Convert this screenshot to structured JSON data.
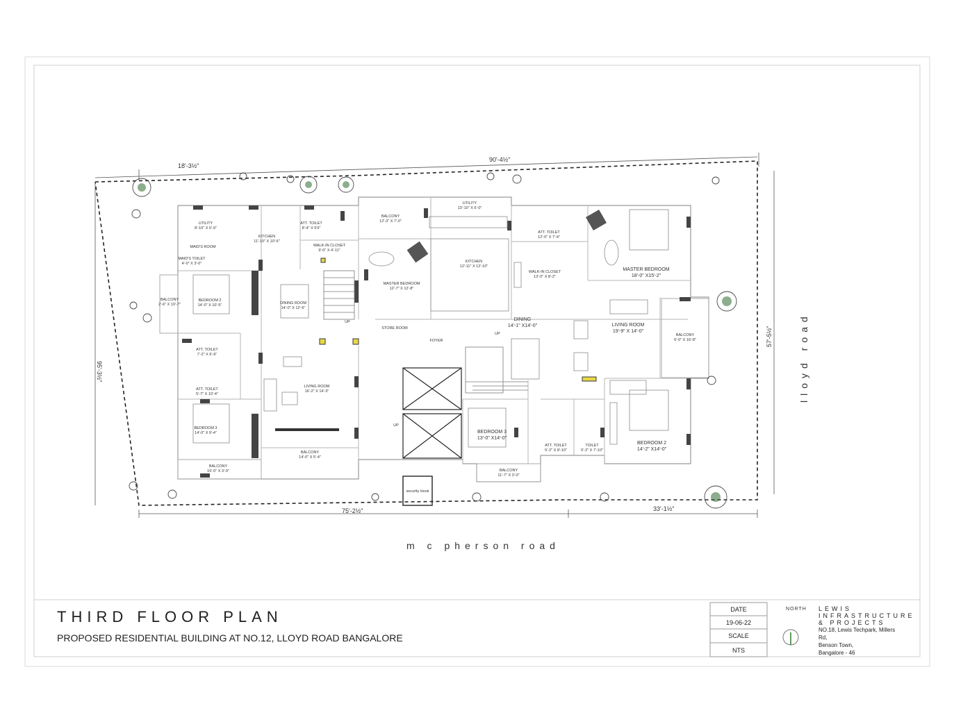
{
  "title_block": {
    "drawing_title": "THIRD FLOOR PLAN",
    "project": "PROPOSED RESIDENTIAL BUILDING AT NO.12, LLOYD ROAD BANGALORE",
    "date_label": "DATE",
    "date_value": "19-06-22",
    "scale_label": "SCALE",
    "scale_value": "NTS",
    "north_label": "NORTH",
    "company_line1": "LEWIS",
    "company_line2": "INFRASTRUCTURE",
    "company_line3": "& PROJECTS",
    "address": "NO.18, Lewis Techpark, Millers\nRd,\nBenson Town,\nBangalore - 46"
  },
  "roads": {
    "south": "m c pherson road",
    "east": "lloyd road"
  },
  "dimensions": {
    "top_left": "18'-3½\"",
    "top_total": "90'-4½\"",
    "left": "95'-3½\"",
    "right": "57'-5½\"",
    "bottom_left": "75'-2½\"",
    "bottom_right": "33'-1½\""
  },
  "rooms": [
    {
      "id": "utility-w",
      "name": "UTILITY",
      "size": "8'-10\" X 6'-9\""
    },
    {
      "id": "kitchen-w",
      "name": "KITCHEN",
      "size": "11'-10\" X 10'-6\""
    },
    {
      "id": "att-toilet-nw",
      "name": "ATT. TOILET",
      "size": "8'-4\" X 5'0\""
    },
    {
      "id": "maids-room",
      "name": "MAID'S ROOM",
      "size": ""
    },
    {
      "id": "maids-toilet",
      "name": "MAID'S TOILET",
      "size": "4'-0\" X 3'-0\""
    },
    {
      "id": "walk-in-w",
      "name": "WALK-IN CLOSET",
      "size": "9'-0\" X 4'-11\""
    },
    {
      "id": "balcony-nw",
      "name": "BALCONY",
      "size": "12'-3\" X 7'-0\""
    },
    {
      "id": "utility-e",
      "name": "UTILITY",
      "size": "13'-10\" X 6'-0\""
    },
    {
      "id": "att-toilet-ne",
      "name": "ATT. TOILET",
      "size": "12'-0\" X 7'-4\""
    },
    {
      "id": "balcony-w",
      "name": "BALCONY",
      "size": "2'-6\" X 10'-7\""
    },
    {
      "id": "bedroom-2-w",
      "name": "BEDROOM 2",
      "size": "14'-0\" X 10'-5\""
    },
    {
      "id": "dining-w",
      "name": "DINING ROOM",
      "size": "14'-0\" X 12'-6\""
    },
    {
      "id": "master-bed-w",
      "name": "MASTER BEDROOM",
      "size": "12'-7\" X 12'-8\""
    },
    {
      "id": "kitchen-e",
      "name": "KITCHEN",
      "size": "12'-11\" X 12'-10\""
    },
    {
      "id": "walk-in-e",
      "name": "WALK-IN CLOSET",
      "size": "12'-0\" X 8'-2\""
    },
    {
      "id": "master-bed-e",
      "name": "MASTER BEDROOM",
      "size": "18'-0\" X15'-2\""
    },
    {
      "id": "dining-e",
      "name": "DINING",
      "size": "14'-1\" X14'-0\""
    },
    {
      "id": "store",
      "name": "STORE ROOM",
      "size": ""
    },
    {
      "id": "foyer",
      "name": "FOYER",
      "size": ""
    },
    {
      "id": "living-e",
      "name": "LIVING ROOM",
      "size": "19'-9\" X 14'-0\""
    },
    {
      "id": "balcony-e",
      "name": "BALCONY",
      "size": "6'-0\" X 16'-8\""
    },
    {
      "id": "att-toilet-w",
      "name": "ATT. TOILET",
      "size": "7'-2\" X 6'-9\""
    },
    {
      "id": "att-toilet-w2",
      "name": "ATT. TOILET",
      "size": "5'-7\" X 10'-4\""
    },
    {
      "id": "living-w",
      "name": "LIVING ROOM",
      "size": "16'-2\" X 14'-3\""
    },
    {
      "id": "bedroom-3-w",
      "name": "BEDROOM 3",
      "size": "14'-0\" X 9'-4\""
    },
    {
      "id": "bedroom-3-e",
      "name": "BEDROOM 3",
      "size": "13'-0\" X14'-0\""
    },
    {
      "id": "bedroom-2-e",
      "name": "BEDROOM 2",
      "size": "14'-2\" X14'-0\""
    },
    {
      "id": "att-toilet-se",
      "name": "ATT. TOILET",
      "size": "5'-2\" X 8'-10\""
    },
    {
      "id": "toilet-se",
      "name": "TOILET",
      "size": "5'-2\" X 7'-10\""
    },
    {
      "id": "balcony-sw",
      "name": "BALCONY",
      "size": "15'-0\" X 3'-9\""
    },
    {
      "id": "balcony-s",
      "name": "BALCONY",
      "size": "14'-0\" X 5'-4\""
    },
    {
      "id": "balcony-se",
      "name": "BALCONY",
      "size": "11'-7\" X 3'-0\""
    },
    {
      "id": "security",
      "name": "security kiosk",
      "size": ""
    }
  ],
  "stairs": {
    "up_label": "UP"
  }
}
